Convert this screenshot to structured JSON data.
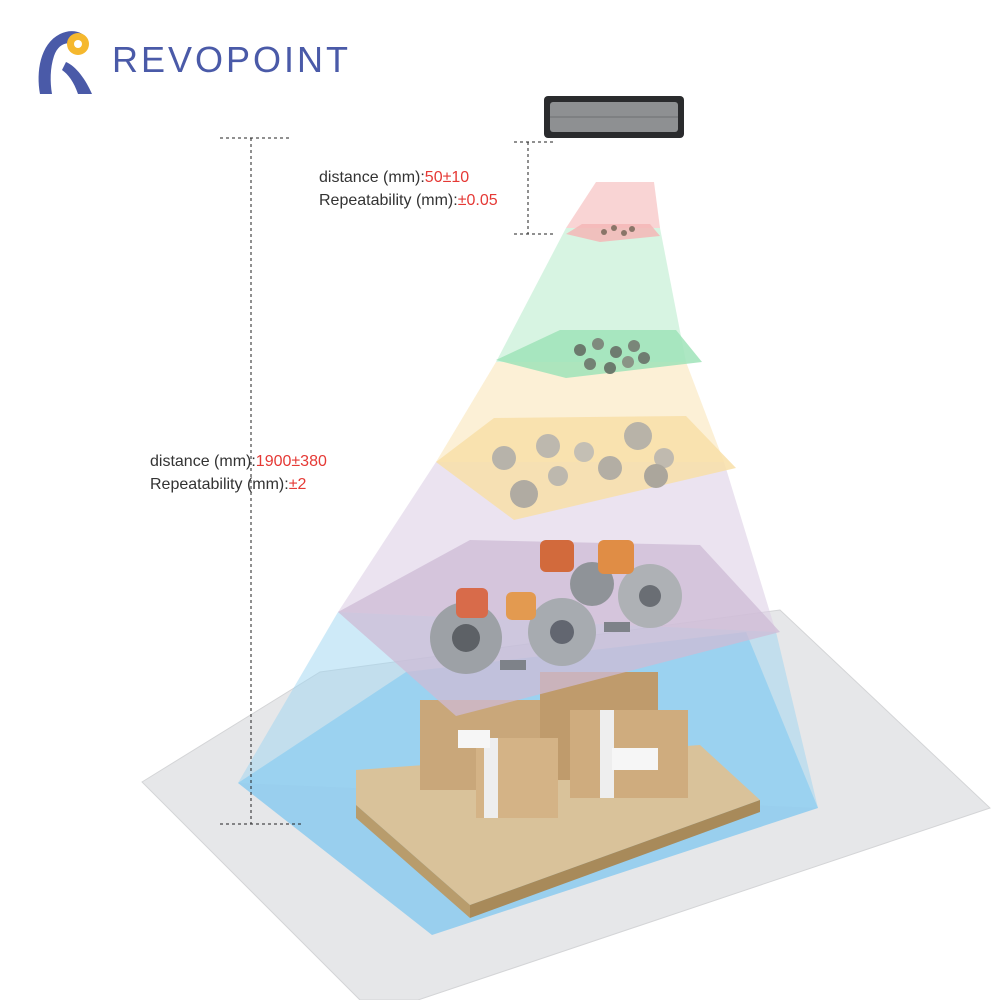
{
  "brand": {
    "name": "REVOPOINT",
    "icon": "revopoint-logo-icon",
    "colors": {
      "primary": "#4a5aa8",
      "accent": "#f5b82e"
    }
  },
  "specs": {
    "near": {
      "distance_label": "distance (mm):",
      "distance_value": "50±10",
      "repeatability_label": "Repeatability (mm):",
      "repeatability_value": "±0.05"
    },
    "far": {
      "distance_label": "distance (mm):",
      "distance_value": "1900±380",
      "repeatability_label": "Repeatability (mm):",
      "repeatability_value": "±2"
    },
    "value_color": "#e53935"
  },
  "scene": {
    "device": "3d-scanner-camera",
    "layers": [
      {
        "name": "tiny-parts-layer",
        "color": "#f4b6b6"
      },
      {
        "name": "nuts-layer",
        "color": "#9fe3b9"
      },
      {
        "name": "flanges-layer",
        "color": "#f8dfa8"
      },
      {
        "name": "auto-parts-layer",
        "color": "#cdbbd6"
      },
      {
        "name": "pallet-layer",
        "color": "#9fd3f2"
      }
    ]
  }
}
